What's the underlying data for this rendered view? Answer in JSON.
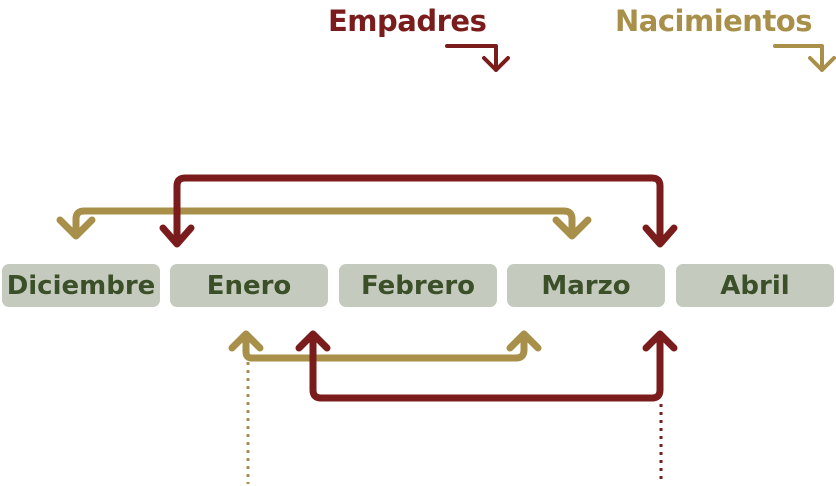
{
  "legend": {
    "empadres": "Empadres",
    "nacimientos": "Nacimientos"
  },
  "months": [
    "Diciembre",
    "Enero",
    "Febrero",
    "Marzo",
    "Abril"
  ],
  "colors": {
    "empadres": "#7a1c1c",
    "nacimientos": "#a88f4a",
    "month_bg": "#c4cabd",
    "month_text": "#3b5028"
  }
}
